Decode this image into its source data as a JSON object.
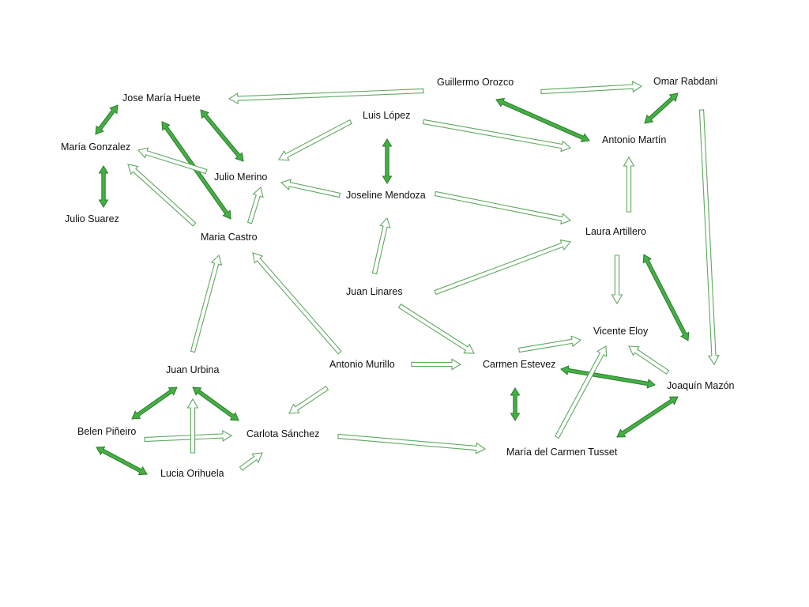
{
  "colors": {
    "background": "#ffffff",
    "text": "#111111",
    "arrow_outline": "#5fa85f",
    "arrow_open_fill": "#ffffff",
    "arrow_solid_fill": "#44b044",
    "arrow_solid_stroke": "#2c7a2c"
  },
  "nodes": [
    {
      "id": "jose-maria-huete",
      "label": "Jose María Huete"
    },
    {
      "id": "maria-gonzalez",
      "label": "María Gonzalez"
    },
    {
      "id": "julio-suarez",
      "label": "Julio Suarez"
    },
    {
      "id": "julio-merino",
      "label": "Julio Merino"
    },
    {
      "id": "maria-castro",
      "label": "Maria Castro"
    },
    {
      "id": "guillermo-orozco",
      "label": "Guillermo Orozco"
    },
    {
      "id": "omar-rabdani",
      "label": "Omar Rabdani"
    },
    {
      "id": "luis-lopez",
      "label": "Luis López"
    },
    {
      "id": "antonio-martin",
      "label": "Antonio Martín"
    },
    {
      "id": "joseline-mendoza",
      "label": "Joseline Mendoza"
    },
    {
      "id": "laura-artillero",
      "label": "Laura Artillero"
    },
    {
      "id": "juan-linares",
      "label": "Juan Linares"
    },
    {
      "id": "vicente-eloy",
      "label": "Vicente Eloy"
    },
    {
      "id": "antonio-murillo",
      "label": "Antonio Murillo"
    },
    {
      "id": "carmen-estevez",
      "label": "Carmen Estevez"
    },
    {
      "id": "juan-urbina",
      "label": "Juan Urbina"
    },
    {
      "id": "joaquin-mazon",
      "label": "Joaquín Mazón"
    },
    {
      "id": "belen-pineiro",
      "label": "Belen Piñeiro"
    },
    {
      "id": "carlota-sanchez",
      "label": "Carlota Sánchez"
    },
    {
      "id": "maria-del-carmen-tusset",
      "label": "María del Carmen Tusset"
    },
    {
      "id": "lucia-orihuela",
      "label": "Lucia Orihuela"
    }
  ],
  "edges": [
    {
      "from": "guillermo-orozco",
      "to": "jose-maria-huete",
      "kind": "directed"
    },
    {
      "from": "guillermo-orozco",
      "to": "omar-rabdani",
      "kind": "directed"
    },
    {
      "from": "guillermo-orozco",
      "to": "antonio-martin",
      "kind": "mutual"
    },
    {
      "from": "omar-rabdani",
      "to": "antonio-martin",
      "kind": "mutual"
    },
    {
      "from": "omar-rabdani",
      "to": "joaquin-mazon",
      "kind": "directed"
    },
    {
      "from": "jose-maria-huete",
      "to": "maria-gonzalez",
      "kind": "mutual"
    },
    {
      "from": "jose-maria-huete",
      "to": "julio-merino",
      "kind": "mutual"
    },
    {
      "from": "jose-maria-huete",
      "to": "maria-castro",
      "kind": "mutual"
    },
    {
      "from": "maria-gonzalez",
      "to": "julio-suarez",
      "kind": "mutual"
    },
    {
      "from": "julio-merino",
      "to": "maria-gonzalez",
      "kind": "directed"
    },
    {
      "from": "maria-castro",
      "to": "maria-gonzalez",
      "kind": "directed"
    },
    {
      "from": "maria-castro",
      "to": "julio-merino",
      "kind": "directed"
    },
    {
      "from": "luis-lopez",
      "to": "julio-merino",
      "kind": "directed"
    },
    {
      "from": "luis-lopez",
      "to": "antonio-martin",
      "kind": "directed"
    },
    {
      "from": "luis-lopez",
      "to": "joseline-mendoza",
      "kind": "mutual"
    },
    {
      "from": "joseline-mendoza",
      "to": "julio-merino",
      "kind": "directed"
    },
    {
      "from": "joseline-mendoza",
      "to": "laura-artillero",
      "kind": "directed"
    },
    {
      "from": "laura-artillero",
      "to": "antonio-martin",
      "kind": "directed"
    },
    {
      "from": "laura-artillero",
      "to": "vicente-eloy",
      "kind": "directed"
    },
    {
      "from": "laura-artillero",
      "to": "joaquin-mazon",
      "kind": "mutual"
    },
    {
      "from": "juan-linares",
      "to": "joseline-mendoza",
      "kind": "directed"
    },
    {
      "from": "juan-linares",
      "to": "laura-artillero",
      "kind": "directed"
    },
    {
      "from": "juan-linares",
      "to": "carmen-estevez",
      "kind": "directed"
    },
    {
      "from": "antonio-murillo",
      "to": "maria-castro",
      "kind": "directed"
    },
    {
      "from": "antonio-murillo",
      "to": "carmen-estevez",
      "kind": "directed"
    },
    {
      "from": "antonio-murillo",
      "to": "carlota-sanchez",
      "kind": "directed"
    },
    {
      "from": "carmen-estevez",
      "to": "vicente-eloy",
      "kind": "directed"
    },
    {
      "from": "carmen-estevez",
      "to": "joaquin-mazon",
      "kind": "mutual"
    },
    {
      "from": "carmen-estevez",
      "to": "maria-del-carmen-tusset",
      "kind": "mutual"
    },
    {
      "from": "joaquin-mazon",
      "to": "vicente-eloy",
      "kind": "directed"
    },
    {
      "from": "joaquin-mazon",
      "to": "maria-del-carmen-tusset",
      "kind": "mutual"
    },
    {
      "from": "maria-del-carmen-tusset",
      "to": "vicente-eloy",
      "kind": "directed"
    },
    {
      "from": "juan-urbina",
      "to": "maria-castro",
      "kind": "directed"
    },
    {
      "from": "juan-urbina",
      "to": "belen-pineiro",
      "kind": "mutual"
    },
    {
      "from": "juan-urbina",
      "to": "carlota-sanchez",
      "kind": "mutual"
    },
    {
      "from": "belen-pineiro",
      "to": "carlota-sanchez",
      "kind": "directed"
    },
    {
      "from": "belen-pineiro",
      "to": "lucia-orihuela",
      "kind": "mutual"
    },
    {
      "from": "lucia-orihuela",
      "to": "juan-urbina",
      "kind": "directed"
    },
    {
      "from": "lucia-orihuela",
      "to": "carlota-sanchez",
      "kind": "directed"
    },
    {
      "from": "carlota-sanchez",
      "to": "maria-del-carmen-tusset",
      "kind": "directed"
    }
  ]
}
